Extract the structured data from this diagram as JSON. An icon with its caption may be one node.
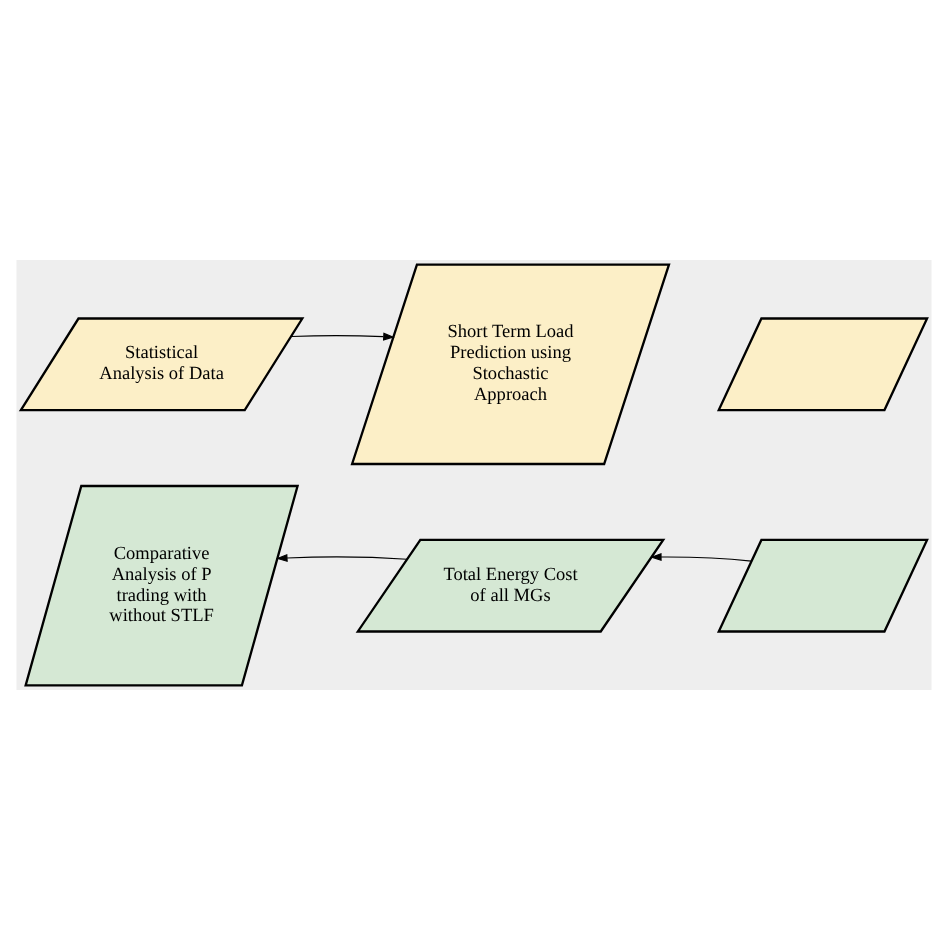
{
  "diagram": {
    "nodes": [
      {
        "text": [
          "Statistical Analysis of Data"
        ]
      },
      {
        "text": [
          "Short Term Load Prediction using Stochastic Approach"
        ]
      },
      {
        "text": [],
        "shape": "parallelogram"
      },
      {
        "text": [],
        "shape": "parallelogram"
      },
      {
        "text": [
          "Total Energy Cost of all MGs"
        ]
      },
      {
        "text": [
          "Comparative Analysis of P trading with without STLF"
        ]
      }
    ],
    "edges": [
      {
        "from": 0,
        "to": 1,
        "arrow": "to"
      },
      {
        "from": 3,
        "to": 4,
        "arrow": "to"
      },
      {
        "from": 4,
        "to": 5,
        "arrow": "to"
      }
    ]
  }
}
